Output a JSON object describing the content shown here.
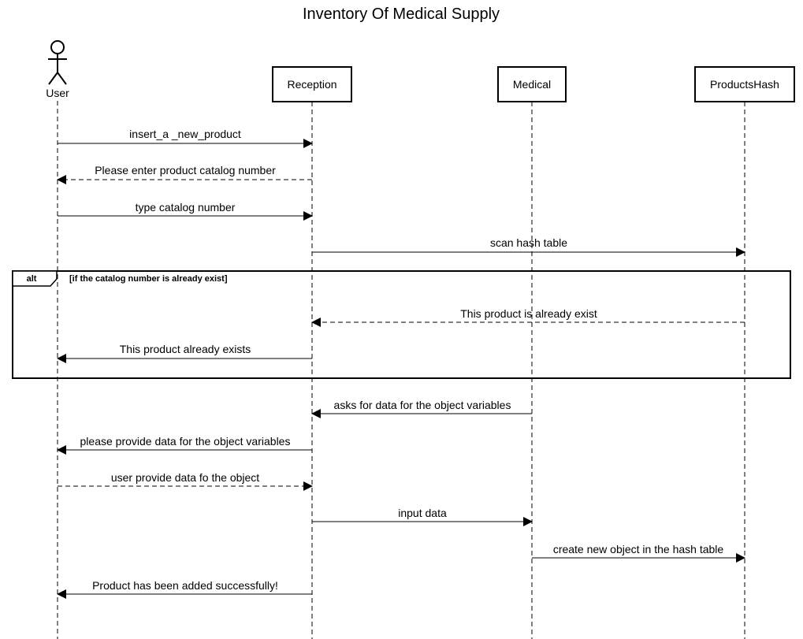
{
  "title": "Inventory Of Medical Supply",
  "participants": [
    {
      "id": "user",
      "label": "User",
      "kind": "actor"
    },
    {
      "id": "reception",
      "label": "Reception",
      "kind": "box"
    },
    {
      "id": "medical",
      "label": "Medical",
      "kind": "box"
    },
    {
      "id": "productshash",
      "label": "ProductsHash",
      "kind": "box"
    }
  ],
  "messages": [
    {
      "from": "user",
      "to": "reception",
      "label": "insert_a _new_product",
      "style": "solid"
    },
    {
      "from": "reception",
      "to": "user",
      "label": "Please enter product catalog number",
      "style": "dashed"
    },
    {
      "from": "user",
      "to": "reception",
      "label": "type catalog number",
      "style": "solid"
    },
    {
      "from": "reception",
      "to": "productshash",
      "label": "scan hash table",
      "style": "solid"
    },
    {
      "from": "productshash",
      "to": "reception",
      "label": "This product is already exist",
      "style": "dashed"
    },
    {
      "from": "reception",
      "to": "user",
      "label": "This product already exists",
      "style": "solid"
    },
    {
      "from": "medical",
      "to": "reception",
      "label": "asks for data for the object variables",
      "style": "solid"
    },
    {
      "from": "reception",
      "to": "user",
      "label": "please provide data for the object variables",
      "style": "solid"
    },
    {
      "from": "user",
      "to": "reception",
      "label": "user provide data fo the object",
      "style": "dashed"
    },
    {
      "from": "reception",
      "to": "medical",
      "label": "input data",
      "style": "solid"
    },
    {
      "from": "medical",
      "to": "productshash",
      "label": "create new object in the hash table",
      "style": "solid"
    },
    {
      "from": "reception",
      "to": "user",
      "label": "Product has been added successfully!",
      "style": "solid"
    }
  ],
  "fragment": {
    "operator": "alt",
    "guard": "[if the catalog number is already exist]"
  }
}
